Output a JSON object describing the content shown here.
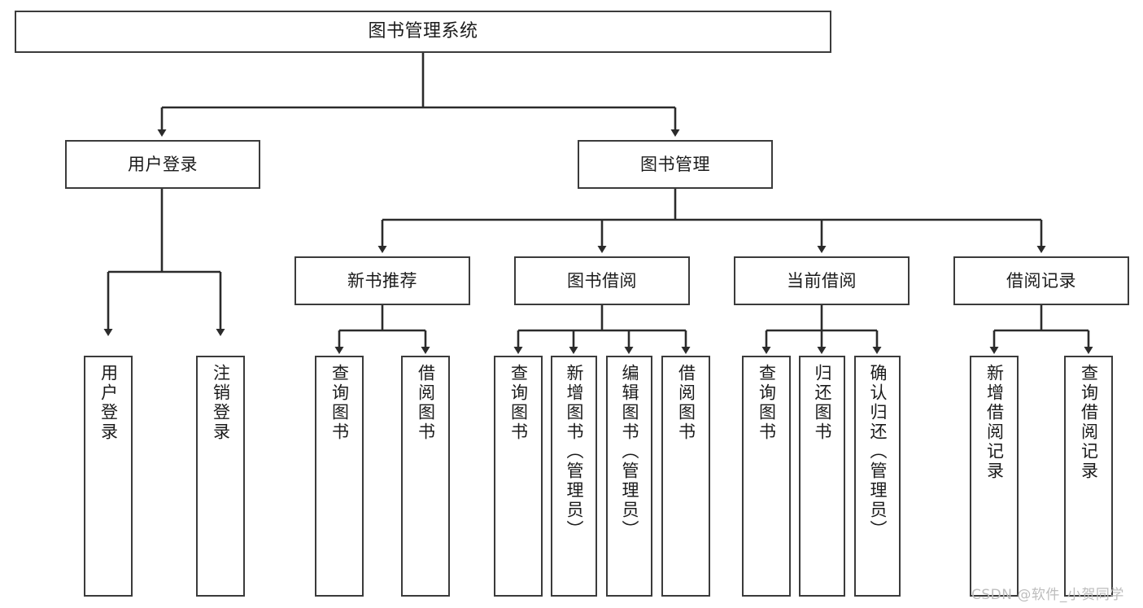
{
  "diagram": {
    "title": "图书管理系统",
    "type": "tree",
    "colors": {
      "box_border": "#3b3b3b",
      "box_fill": "#ffffff",
      "line": "#2b2b2b",
      "text": "#1b1b1b",
      "watermark": "#bdbdbd",
      "background": "#ffffff"
    },
    "nodes": {
      "root": {
        "label": "图书管理系统"
      },
      "level2": [
        {
          "id": "user-login",
          "label": "用户登录"
        },
        {
          "id": "book-manage",
          "label": "图书管理"
        }
      ],
      "level3": [
        {
          "id": "new-book-rec",
          "label": "新书推荐"
        },
        {
          "id": "book-borrow",
          "label": "图书借阅"
        },
        {
          "id": "current-borrow",
          "label": "当前借阅"
        },
        {
          "id": "borrow-record",
          "label": "借阅记录"
        }
      ],
      "leaves": [
        {
          "id": "leaf-user-login",
          "label": "用户登录",
          "parent": "user-login"
        },
        {
          "id": "leaf-user-logout",
          "label": "注销登录",
          "parent": "user-login"
        },
        {
          "id": "leaf-query-book-1",
          "label": "查询图书",
          "parent": "new-book-rec"
        },
        {
          "id": "leaf-borrow-book-1",
          "label": "借阅图书",
          "parent": "new-book-rec"
        },
        {
          "id": "leaf-query-book-2",
          "label": "查询图书",
          "parent": "book-borrow"
        },
        {
          "id": "leaf-add-book",
          "label": "新增图书（管理员）",
          "parent": "book-borrow"
        },
        {
          "id": "leaf-edit-book",
          "label": "编辑图书（管理员）",
          "parent": "book-borrow"
        },
        {
          "id": "leaf-borrow-book-2",
          "label": "借阅图书",
          "parent": "book-borrow"
        },
        {
          "id": "leaf-query-book-3",
          "label": "查询图书",
          "parent": "current-borrow"
        },
        {
          "id": "leaf-return-book",
          "label": "归还图书",
          "parent": "current-borrow"
        },
        {
          "id": "leaf-confirm-return",
          "label": "确认归还（管理员）",
          "parent": "current-borrow"
        },
        {
          "id": "leaf-add-record",
          "label": "新增借阅记录",
          "parent": "borrow-record"
        },
        {
          "id": "leaf-query-record",
          "label": "查询借阅记录",
          "parent": "borrow-record"
        }
      ]
    },
    "watermark": "CSDN @软件_小贺同学"
  }
}
